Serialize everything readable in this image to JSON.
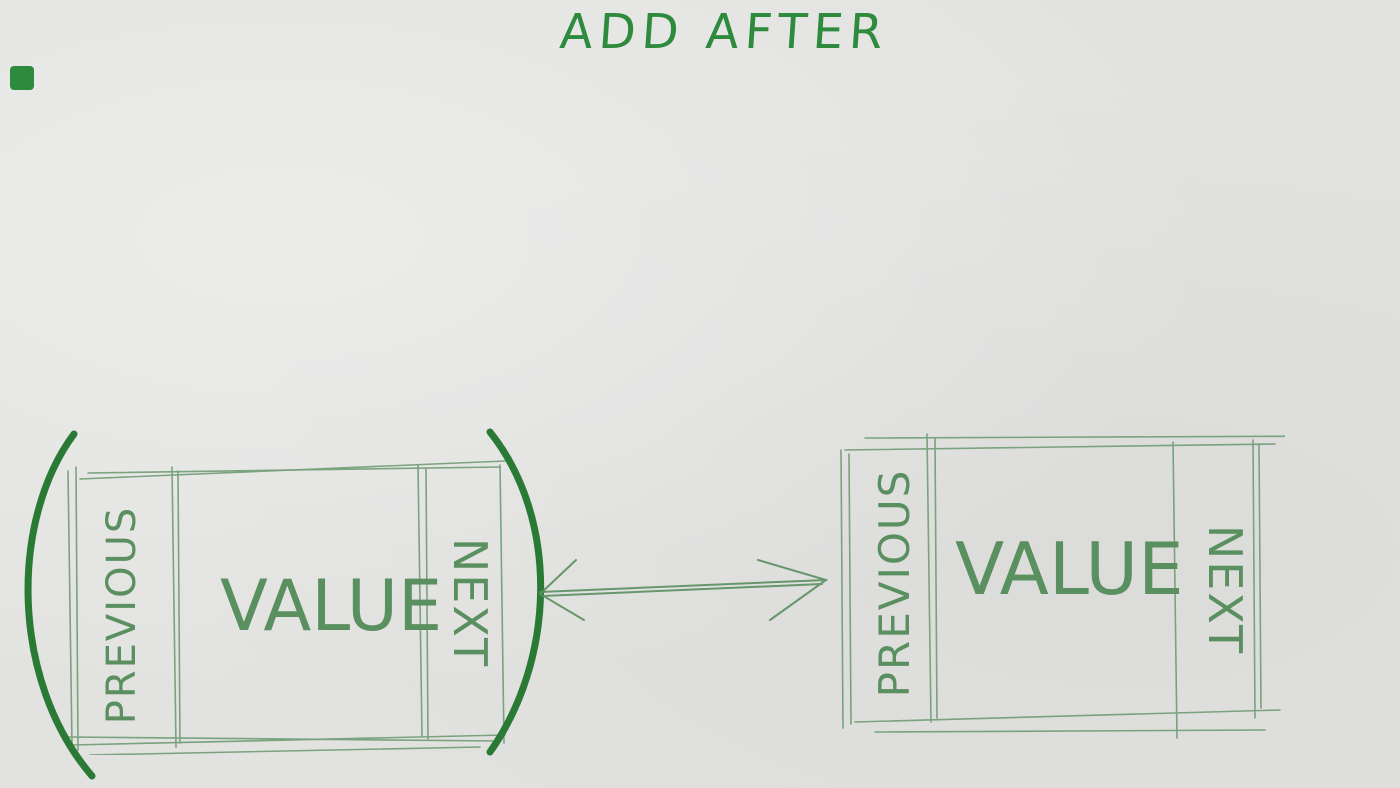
{
  "title": "ADD AFTER",
  "colors": {
    "marker": "#2e8b3e",
    "pencil": "#5a8f60",
    "thick_marker": "#2a7a36",
    "board": "#e2e2e0"
  },
  "icons": {
    "marker_dot": "square-marker-dot-icon",
    "arrow": "double-headed-arrow-icon",
    "bracket": "bracket-highlight-icon"
  },
  "nodes": [
    {
      "previous_label": "PREVIOUS",
      "value_label": "VALUE",
      "next_label": "NEXT",
      "highlighted": true
    },
    {
      "previous_label": "PREVIOUS",
      "value_label": "VALUE",
      "next_label": "NEXT",
      "highlighted": false
    }
  ]
}
